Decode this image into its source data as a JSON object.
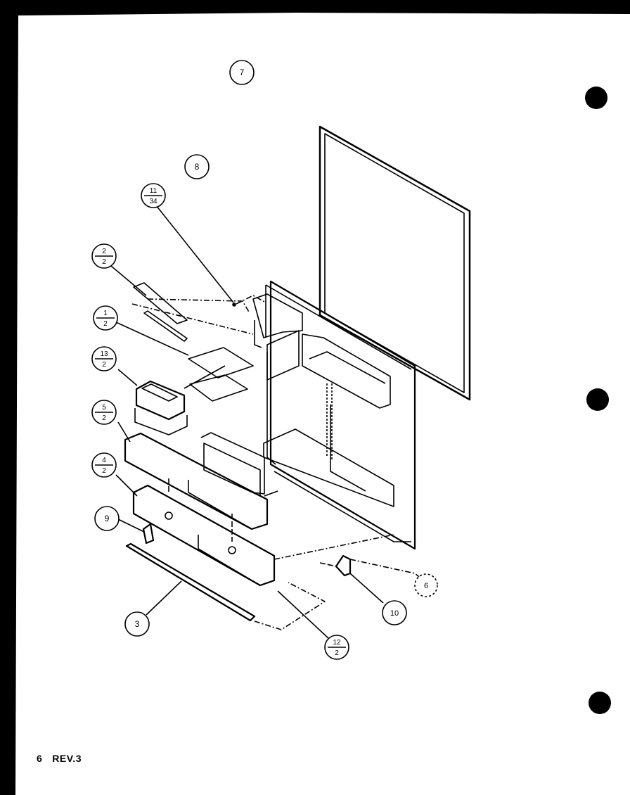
{
  "footer": {
    "page": "6",
    "revision": "REV.3"
  },
  "callouts": {
    "c7": {
      "top": "7"
    },
    "c8": {
      "top": "8"
    },
    "c11": {
      "top": "11",
      "bottom": "34"
    },
    "c2": {
      "top": "2",
      "bottom": "2"
    },
    "c1": {
      "top": "1",
      "bottom": "2"
    },
    "c13": {
      "top": "13",
      "bottom": "2"
    },
    "c5": {
      "top": "5",
      "bottom": "2"
    },
    "c4": {
      "top": "4",
      "bottom": "2"
    },
    "c9": {
      "top": "9"
    },
    "c3": {
      "top": "3"
    },
    "c12": {
      "top": "12",
      "bottom": "2"
    },
    "c10": {
      "top": "10"
    },
    "c6": {
      "top": "6"
    }
  },
  "colors": {
    "ink": "#000000",
    "paper": "#ffffff",
    "border": "#000000"
  }
}
